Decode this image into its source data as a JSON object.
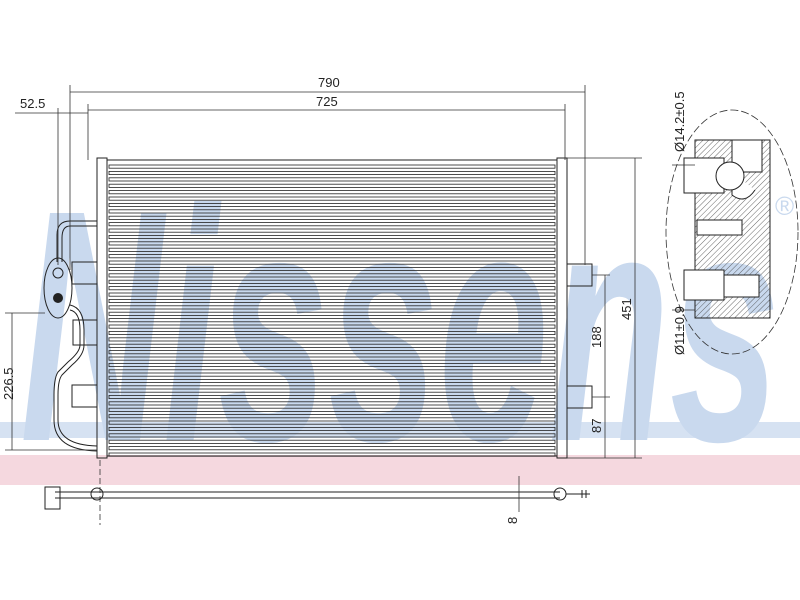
{
  "watermark": {
    "brand": "Nissens",
    "registered_mark": "®",
    "color": "#c9d9ee",
    "band_color": "#f5d8df"
  },
  "dimensions": {
    "overall_width": "790",
    "core_width": "725",
    "left_offset": "52.5",
    "left_height": "226.5",
    "overall_height": "451",
    "mount_upper": "188",
    "mount_lower": "87",
    "bottom_mark": "8"
  },
  "detail": {
    "upper_port_diameter": "Ø14.2±0.5",
    "lower_port_diameter": "Ø11±0.9"
  }
}
